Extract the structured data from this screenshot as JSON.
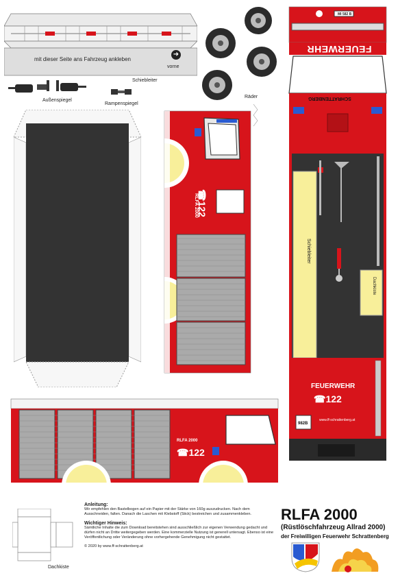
{
  "labels": {
    "attach_side": "mit dieser Seite ans Fahrzeug ankleben",
    "vorne": "vorne",
    "schiebleiter": "Schiebleiter",
    "raeder": "Räder",
    "aussenspiegel": "Außenspiegel",
    "rampenspiegel": "Rampenspiegel",
    "schiebleiter_box": "Schiebleiter",
    "dachkiste_box": "Dachkiste",
    "dachkiste": "Dachkiste"
  },
  "truck": {
    "rlfa_side": "RLFA 2000",
    "phone_side": "☎122",
    "rlfa_bottom": "RLFA 2000",
    "phone_bottom": "☎122",
    "feuerwehr_front": "FEUERWEHR",
    "schrattenberg_front": "SCHRATTENBERG",
    "plate_front": "MI 582 B",
    "feuerwehr_rear": "FEUERWEHR",
    "phone_rear": "☎122",
    "url_rear": "www.ff-schrattenberg.at",
    "plate_rear": "982B"
  },
  "instructions": {
    "anleitung_title": "Anleitung:",
    "anleitung_text": "Wir empfehlen den Bastelbogen auf ein Papier mit der Stärke von 160g auszudrucken. Nach dem Ausschneiden, falten. Danach die Laschen mit Klebstoff (Stick) bestreichen und zusammenkleben.",
    "hinweis_title": "Wichtiger Hinweis:",
    "hinweis_text": "Sämtliche Inhalte die zum Download bereitstehen sind ausschließlich zur eigenen Verwendung gedacht und dürfen nicht an Dritte weitergegeben werden. Eine kommerzielle Nutzung ist generell untersagt. Ebenso ist eine Veröffentlichung oder Veränderung ohne vorhergehende Genehmigung nicht gestattet.",
    "copyright": "© 2020 by www.ff-schrattenberg.at"
  },
  "title": {
    "main": "RLFA 2000",
    "sub": "(Rüstlöschfahrzeug Allrad 2000)",
    "org": "der Freiwilligen Feuerwehr Schrattenberg"
  },
  "colors": {
    "fire_red": "#d7141b",
    "cream": "#f8ef9a",
    "dark": "#2a2a2a"
  }
}
